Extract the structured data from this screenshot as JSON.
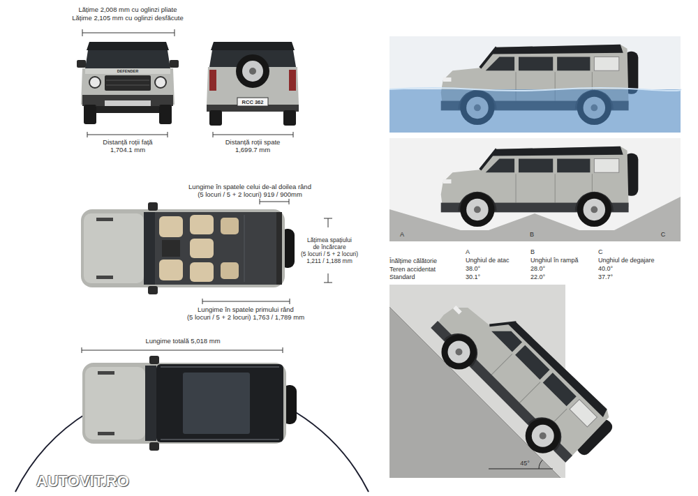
{
  "diagram": {
    "labels": [
      "Lățime 2,008 mm cu oglinzi pliate",
      "Lățime 2,105 mm cu oglinzi desfăcute",
      "DEFENDER",
      "RCC 362",
      "Distanță roții față 1,704.1 mm",
      "Distanță roții spate 1,699.7 mm",
      "Lungime în spatele celui de-al doilea rând (5 locuri / 5 + 2 locuri) 919 / 900mm",
      "Lățimea spațiului de încărcare (5 locuri / 5 + 2 locuri) 1,211 / 1,188 mm",
      "Lungime în spatele primului rând (5 locuri / 5 + 2 locuri) 1,763 / 1,789 mm",
      "Lungime totală 5,018 mm",
      "A",
      "B",
      "C",
      "Înălțime călătorie",
      "Teren accidentat",
      "Standard",
      "A",
      "Unghiul de atac",
      "38.0°",
      "30.1°",
      "B",
      "Unghiul în rampă",
      "28.0°",
      "22.0°",
      "C",
      "Unghiul de degajare",
      "40.0°",
      "37.7°",
      "45°",
      "AUTOVIT.RO"
    ]
  }
}
